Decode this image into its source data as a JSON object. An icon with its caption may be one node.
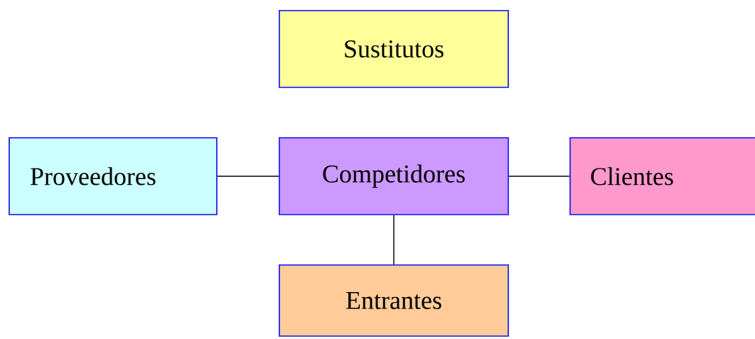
{
  "diagram": {
    "nodes": [
      {
        "text": [
          "Sustitutos"
        ]
      },
      {
        "text": [
          "Proveedores"
        ]
      },
      {
        "text": [
          "Competidores"
        ]
      },
      {
        "text": [
          "Clientes"
        ]
      },
      {
        "text": [
          "Entrantes"
        ]
      }
    ],
    "edges": [
      {
        "from": 1,
        "to": 2,
        "arrow": "none"
      },
      {
        "from": 2,
        "to": 3,
        "arrow": "none"
      },
      {
        "from": 2,
        "to": 4,
        "arrow": "none"
      }
    ]
  }
}
